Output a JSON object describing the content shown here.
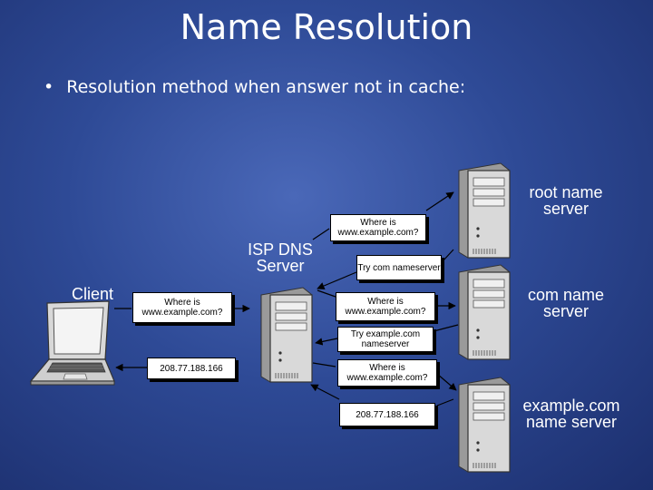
{
  "slide": {
    "title": "Name Resolution",
    "bullet": "Resolution method when answer not in cache:"
  },
  "labels": {
    "client": "Client",
    "isp_dns": "ISP DNS Server",
    "root": "root name server",
    "com": "com name server",
    "example": "example.com name server"
  },
  "messages": {
    "client_query": "Where is www.example.com?",
    "client_answer": "208.77.188.166",
    "root_query": "Where is www.example.com?",
    "root_reply": "Try com nameserver",
    "com_query": "Where is www.example.com?",
    "com_reply": "Try example.com nameserver",
    "example_query": "Where is www.example.com?",
    "example_answer": "208.77.188.166"
  },
  "icons": {
    "client": "laptop-icon",
    "isp_server": "server-tower-icon",
    "root_server": "server-tower-icon",
    "com_server": "server-tower-icon",
    "example_server": "server-tower-icon"
  }
}
